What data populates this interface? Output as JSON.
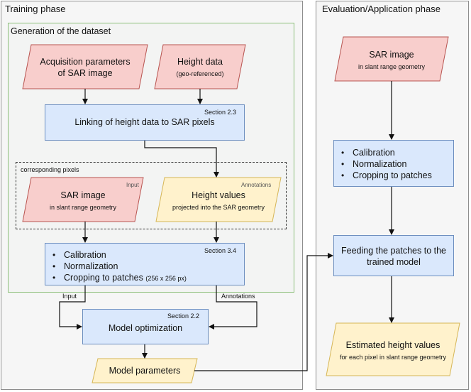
{
  "training": {
    "title": "Training phase",
    "generation_group": "Generation of the dataset",
    "acq_params": "Acquisition parameters\nof SAR image",
    "height_data": {
      "title": "Height data",
      "subtitle": "(geo-referenced)"
    },
    "linking": {
      "section": "Section 2.3",
      "text": "Linking of height data to SAR pixels"
    },
    "corresponding_label": "corresponding pixels",
    "sar_input": {
      "title": "SAR image",
      "subtitle": "in slant range geometry",
      "tag": "Input"
    },
    "height_values": {
      "title": "Height values",
      "subtitle": "projected into the SAR geometry",
      "tag": "Annotations"
    },
    "preprocessing": {
      "section": "Section 3.4",
      "items": [
        "Calibration",
        "Normalization",
        "Cropping to patches"
      ],
      "crop_note": "(256 x 256 px)"
    },
    "edge_input": "Input",
    "edge_annotations": "Annotations",
    "model_opt": {
      "section": "Section 2.2",
      "text": "Model optimization"
    },
    "model_params": "Model parameters"
  },
  "evaluation": {
    "title": "Evaluation/Application phase",
    "sar_image": {
      "title": "SAR image",
      "subtitle": "in slant range geometry"
    },
    "preprocessing": {
      "items": [
        "Calibration",
        "Normalization",
        "Cropping to patches"
      ]
    },
    "feeding": "Feeding the patches to the\ntrained model",
    "estimated": {
      "title": "Estimated height values",
      "subtitle": "for each pixel in slant range geometry"
    }
  },
  "colors": {
    "process_fill": "#dae8fc",
    "process_stroke": "#6c8ebf",
    "input_fill": "#f8cecc",
    "input_stroke": "#b85450",
    "output_fill": "#fff2cc",
    "output_stroke": "#d6b656",
    "group_stroke": "#8cbf7a"
  }
}
